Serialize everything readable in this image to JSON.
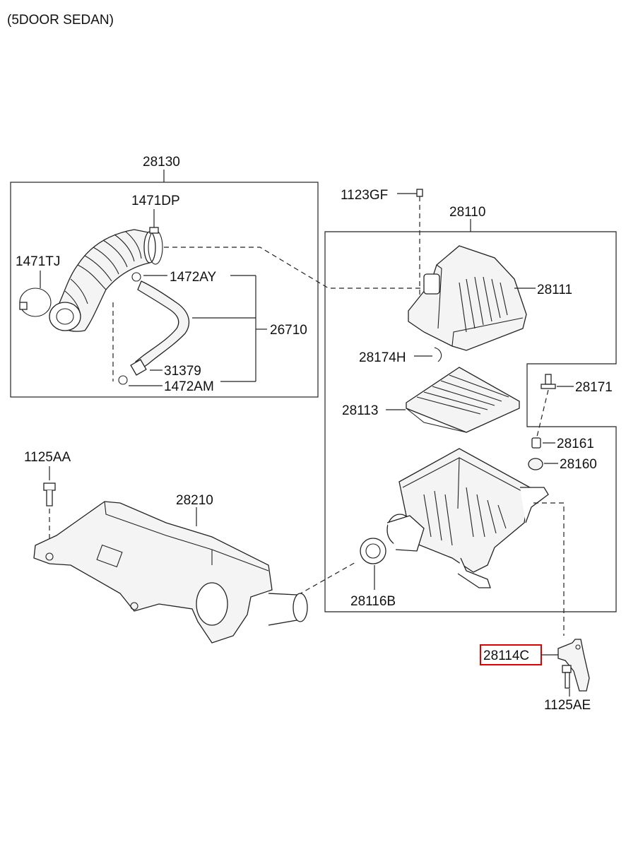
{
  "header": {
    "title": "(5DOOR SEDAN)"
  },
  "labels": {
    "p28130": "28130",
    "p1471DP": "1471DP",
    "p1471TJ": "1471TJ",
    "p1472AY": "1472AY",
    "p26710": "26710",
    "p31379": "31379",
    "p1472AM": "1472AM",
    "p1123GF": "1123GF",
    "p28110": "28110",
    "p28111": "28111",
    "p28174H": "28174H",
    "p28171": "28171",
    "p28113": "28113",
    "p28161": "28161",
    "p28160": "28160",
    "p1125AA": "1125AA",
    "p28210": "28210",
    "p28116B": "28116B",
    "p28114C": "28114C",
    "p1125AE": "1125AE"
  },
  "highlight": {
    "part": "28114C",
    "color": "#e00000"
  }
}
